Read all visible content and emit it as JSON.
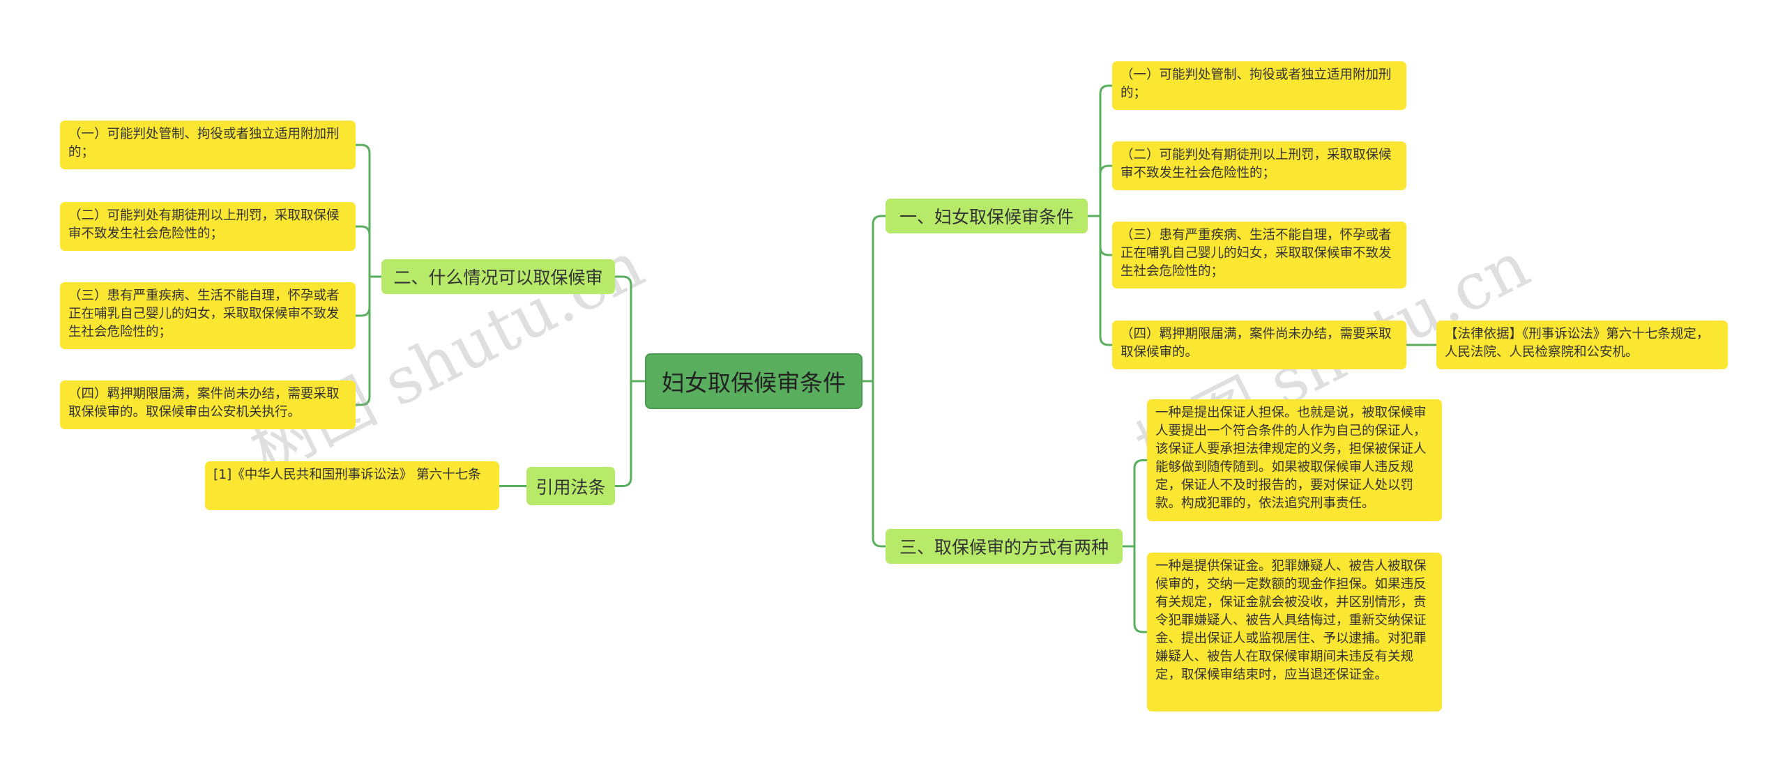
{
  "watermark": "树图 shutu.cn",
  "root": {
    "label": "妇女取保候审条件"
  },
  "right": {
    "b1": {
      "label": "一、妇女取保候审条件",
      "items": [
        "（一）可能判处管制、拘役或者独立适用附加刑的；",
        "（二）可能判处有期徒刑以上刑罚，采取取保候审不致发生社会危险性的；",
        "（三）患有严重疾病、生活不能自理，怀孕或者正在哺乳自己婴儿的妇女，采取取保候审不致发生社会危险性的；",
        "（四）羁押期限届满，案件尚未办结，需要采取取保候审的。"
      ],
      "legal_basis": "【法律依据】《刑事诉讼法》第六十七条规定，人民法院、人民检察院和公安机。"
    },
    "b3": {
      "label": "三、取保候审的方式有两种",
      "items": [
        "一种是提出保证人担保。也就是说，被取保候审人要提出一个符合条件的人作为自己的保证人，该保证人要承担法律规定的义务，担保被保证人能够做到随传随到。如果被取保候审人违反规定，保证人不及时报告的，要对保证人处以罚款。构成犯罪的，依法追究刑事责任。",
        "一种是提供保证金。犯罪嫌疑人、被告人被取保候审的，交纳一定数额的现金作担保。如果违反有关规定，保证金就会被没收，并区别情形，责令犯罪嫌疑人、被告人具结悔过，重新交纳保证金、提出保证人或监视居住、予以逮捕。对犯罪嫌疑人、被告人在取保候审期间未违反有关规定，取保候审结束时，应当退还保证金。"
      ]
    }
  },
  "left": {
    "b2": {
      "label": "二、什么情况可以取保候审",
      "items": [
        "（一）可能判处管制、拘役或者独立适用附加刑的；",
        "（二）可能判处有期徒刑以上刑罚，采取取保候审不致发生社会危险性的；",
        "（三）患有严重疾病、生活不能自理，怀孕或者正在哺乳自己婴儿的妇女，采取取保候审不致发生社会危险性的；",
        "（四）羁押期限届满，案件尚未办结，需要采取取保候审的。取保候审由公安机关执行。"
      ]
    },
    "b4": {
      "label": "引用法条",
      "items": [
        "[1]《中华人民共和国刑事诉讼法》 第六十七条"
      ]
    }
  },
  "colors": {
    "root": "#5aaf5e",
    "branch": "#b8ea6a",
    "leaf": "#fbe631",
    "line": "#5aaf5e"
  }
}
